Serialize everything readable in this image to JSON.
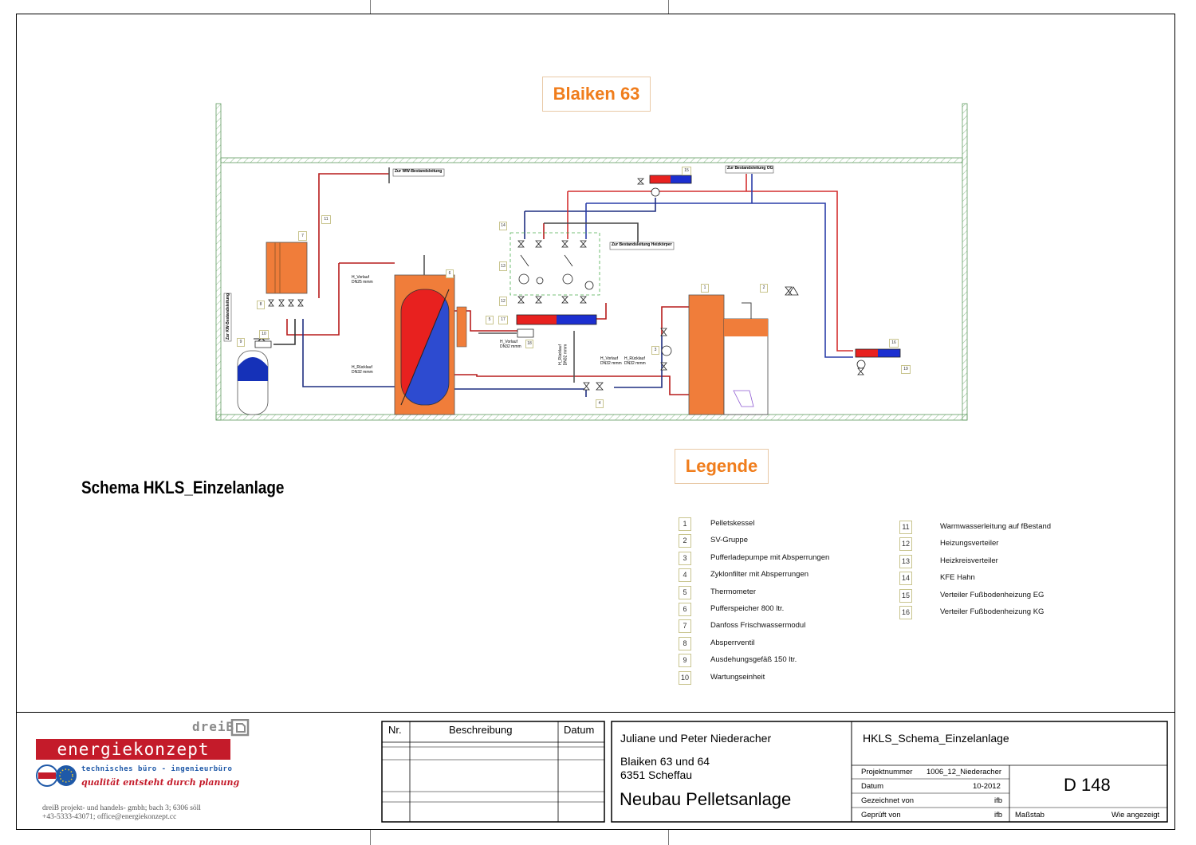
{
  "plan_title": "Blaiken 63",
  "schema_title": "Schema HKLS_Einzelanlage",
  "diagram_labels": {
    "ww_bestand": "Zur WW-Bestandsleitung",
    "bestand_og": "Zur Bestandsleitung OG",
    "bestand_heizkoerper": "Zur Bestandsleitung Heizkörper",
    "kw_bestand": "Zur KW-Bestandsleitung",
    "h_vorlauf_a": "H_Vorlauf",
    "h_vorlauf_a_dim": "DN25 mmm",
    "h_ruecklauf_a": "H_Rücklauf",
    "h_ruecklauf_a_dim": "DN32 mmm",
    "h_vorlauf_b": "H_Vorlauf",
    "h_vorlauf_b_dim": "DN32 mmm",
    "h_ruecklauf_b": "H_Rücklauf",
    "h_ruecklauf_b_dim": "DN32 mmm",
    "h_vorlauf_c": "H_Vorlauf",
    "h_vorlauf_c_dim": "DN32 mmm",
    "h_ruecklauf_c": "H_Rücklauf",
    "h_ruecklauf_c_dim": "DN32 mmm",
    "tags": {
      "t1": "1",
      "t2": "2",
      "t3": "3",
      "t4": "4",
      "t5": "5",
      "t6": "6",
      "t7": "7",
      "t8": "8",
      "t9": "9",
      "t10": "10",
      "t11": "11",
      "t12": "12",
      "t13": "13",
      "t14": "14",
      "t15": "15",
      "t16": "16",
      "t17": "17",
      "t18": "18",
      "t19": "19"
    }
  },
  "legend": {
    "title": "Legende",
    "left": [
      {
        "num": "1",
        "text": "Pelletskessel"
      },
      {
        "num": "2",
        "text": "SV-Gruppe"
      },
      {
        "num": "3",
        "text": "Pufferladepumpe mit Absperrungen"
      },
      {
        "num": "4",
        "text": "Zyklonfilter mit Absperrungen"
      },
      {
        "num": "5",
        "text": "Thermometer"
      },
      {
        "num": "6",
        "text": "Pufferspeicher 800 ltr."
      },
      {
        "num": "7",
        "text": "Danfoss Frischwassermodul"
      },
      {
        "num": "8",
        "text": "Absperrventil"
      },
      {
        "num": "9",
        "text": "Ausdehungsgefäß 150 ltr."
      },
      {
        "num": "10",
        "text": "Wartungseinheit"
      }
    ],
    "right": [
      {
        "num": "11",
        "text": "Warmwasserleitung auf fBestand"
      },
      {
        "num": "12",
        "text": "Heizungsverteiler"
      },
      {
        "num": "13",
        "text": "Heizkreisverteiler"
      },
      {
        "num": "14",
        "text": "KFE Hahn"
      },
      {
        "num": "15",
        "text": "Verteiler Fußbodenheizung EG"
      },
      {
        "num": "16",
        "text": "Verteiler Fußbodenheizung KG"
      }
    ]
  },
  "company": {
    "brand_small": "dreiB",
    "brand": "energiekonzept",
    "tagline1": "technisches büro - ingenieurbüro",
    "tagline2": "qualität entsteht durch planung",
    "address1": "dreiB projekt- und handels- gmbh; bach 3; 6306 söll",
    "address2": "+43-5333-43071; office@energiekonzept.cc"
  },
  "revisions": {
    "col_nr": "Nr.",
    "col_desc": "Beschreibung",
    "col_date": "Datum"
  },
  "client": {
    "name": "Juliane und Peter Niederacher",
    "address1": "Blaiken 63 und 64",
    "address2": "6351 Scheffau",
    "project": "Neubau Pelletsanlage"
  },
  "drawing": {
    "title": "HKLS_Schema_Einzelanlage",
    "projektnummer_label": "Projektnummer",
    "projektnummer": "1006_12_Niederacher",
    "datum_label": "Datum",
    "datum": "10-2012",
    "gezeichnet_label": "Gezeichnet von",
    "gezeichnet": "ifb",
    "geprueft_label": "Geprüft von",
    "geprueft": "ifb",
    "number": "D 148",
    "massstab_label": "Maßstab",
    "massstab": "Wie angezeigt"
  }
}
